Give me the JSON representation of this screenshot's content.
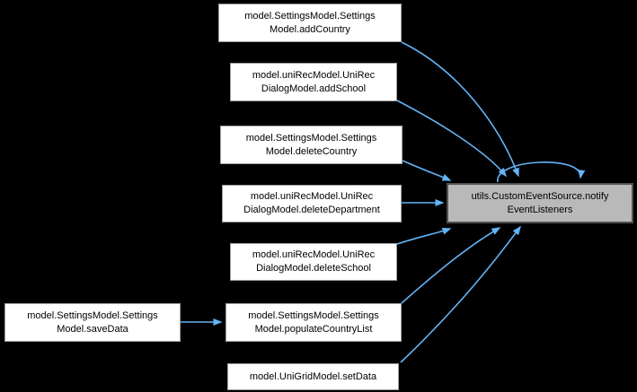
{
  "diagram": {
    "type": "call-graph",
    "background_color": "#000000",
    "edge_color": "#63b4f7",
    "node_fill": "#ffffff",
    "node_border": "#9f9f9f",
    "highlight_fill": "#b9b9b9",
    "highlight_border": "#525252",
    "nodes": [
      {
        "id": "saveData",
        "line1": "model.SettingsModel.Settings",
        "line2": "Model.saveData"
      },
      {
        "id": "addCountry",
        "line1": "model.SettingsModel.Settings",
        "line2": "Model.addCountry"
      },
      {
        "id": "addSchool",
        "line1": "model.uniRecModel.UniRec",
        "line2": "DialogModel.addSchool"
      },
      {
        "id": "deleteCountry",
        "line1": "model.SettingsModel.Settings",
        "line2": "Model.deleteCountry"
      },
      {
        "id": "deleteDepartment",
        "line1": "model.uniRecModel.UniRec",
        "line2": "DialogModel.deleteDepartment"
      },
      {
        "id": "deleteSchool",
        "line1": "model.uniRecModel.UniRec",
        "line2": "DialogModel.deleteSchool"
      },
      {
        "id": "populateCountryList",
        "line1": "model.SettingsModel.Settings",
        "line2": "Model.populateCountryList"
      },
      {
        "id": "setData",
        "line1": "model.UniGridModel.setData"
      },
      {
        "id": "notifyEventListeners",
        "line1": "utils.CustomEventSource.notify",
        "line2": "EventListeners"
      }
    ],
    "edges": [
      {
        "from": "saveData",
        "to": "populateCountryList"
      },
      {
        "from": "addCountry",
        "to": "notifyEventListeners"
      },
      {
        "from": "addSchool",
        "to": "notifyEventListeners"
      },
      {
        "from": "deleteCountry",
        "to": "notifyEventListeners"
      },
      {
        "from": "deleteDepartment",
        "to": "notifyEventListeners"
      },
      {
        "from": "deleteSchool",
        "to": "notifyEventListeners"
      },
      {
        "from": "populateCountryList",
        "to": "notifyEventListeners"
      },
      {
        "from": "setData",
        "to": "notifyEventListeners"
      },
      {
        "from": "notifyEventListeners",
        "to": "notifyEventListeners"
      }
    ]
  }
}
